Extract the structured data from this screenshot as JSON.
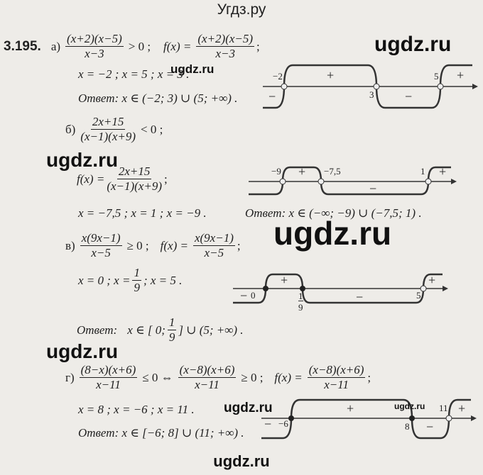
{
  "header": {
    "site_title": "Угдз.ру"
  },
  "footer": {
    "site": "ugdz.ru"
  },
  "watermarks": [
    "ugdz.ru",
    "ugdz.ru",
    "ugdz.ru",
    "ugdz.ru",
    "ugdz.ru",
    "ugdz.ru",
    "ugdz.ru"
  ],
  "problem": {
    "number": "3.195.",
    "answer_word": "Ответ:",
    "a": {
      "label": "а)",
      "num": "(x+2)(x−5)",
      "den": "x−3",
      "rel": "> 0 ;",
      "f": "f(x) =",
      "num2": "(x+2)(x−5)",
      "den2": "x−3",
      "end": ";",
      "roots": "x = −2 ;  x = 5 ;  x = 3 .",
      "answer": "x ∈ (−2; 3) ∪ (5; +∞) .",
      "chart": {
        "labels": [
          "−2",
          "3",
          "5"
        ],
        "signs": [
          "−",
          "+",
          "−",
          "+"
        ]
      }
    },
    "b": {
      "label": "б)",
      "num": "2x+15",
      "den": "(x−1)(x+9)",
      "rel": "< 0 ;",
      "f": "f(x) =",
      "num2": "2x+15",
      "den2": "(x−1)(x+9)",
      "end": ";",
      "roots": "x = −7,5 ;  x = 1 ;  x = −9 .",
      "answer": "x ∈ (−∞; −9) ∪ (−7,5; 1) .",
      "chart": {
        "labels": [
          "−9",
          "−7,5",
          "1"
        ],
        "signs": [
          "+",
          "−",
          "+"
        ]
      }
    },
    "v": {
      "label": "в)",
      "num": "x(9x−1)",
      "den": "x−5",
      "rel": "≥ 0 ;",
      "f": "f(x) =",
      "num2": "x(9x−1)",
      "den2": "x−5",
      "end": ";",
      "roots_a": "x = 0 ;  x =",
      "roots_num": "1",
      "roots_den": "9",
      "roots_b": ";  x = 5 .",
      "answer_a": "x ∈ [ 0;",
      "answer_num": "1",
      "answer_den": "9",
      "answer_b": "] ∪ (5; +∞) .",
      "chart": {
        "labels": [
          "0",
          "1",
          "9",
          "5"
        ],
        "signs": [
          "−",
          "+",
          "−",
          "+"
        ]
      }
    },
    "g": {
      "label": "г)",
      "num": "(8−x)(x+6)",
      "den": "x−11",
      "rel": "≤ 0 ⇔",
      "num2": "(x−8)(x+6)",
      "den2": "x−11",
      "rel2": "≥ 0 ;",
      "f": "f(x) =",
      "num3": "(x−8)(x+6)",
      "den3": "x−11",
      "end": ";",
      "roots": "x = 8 ;  x = −6 ;  x = 11 .",
      "answer": "x ∈ [−6; 8] ∪ (11; +∞) .",
      "chart": {
        "labels": [
          "−6",
          "8",
          "11"
        ],
        "signs": [
          "−",
          "+",
          "−",
          "+"
        ]
      }
    }
  }
}
